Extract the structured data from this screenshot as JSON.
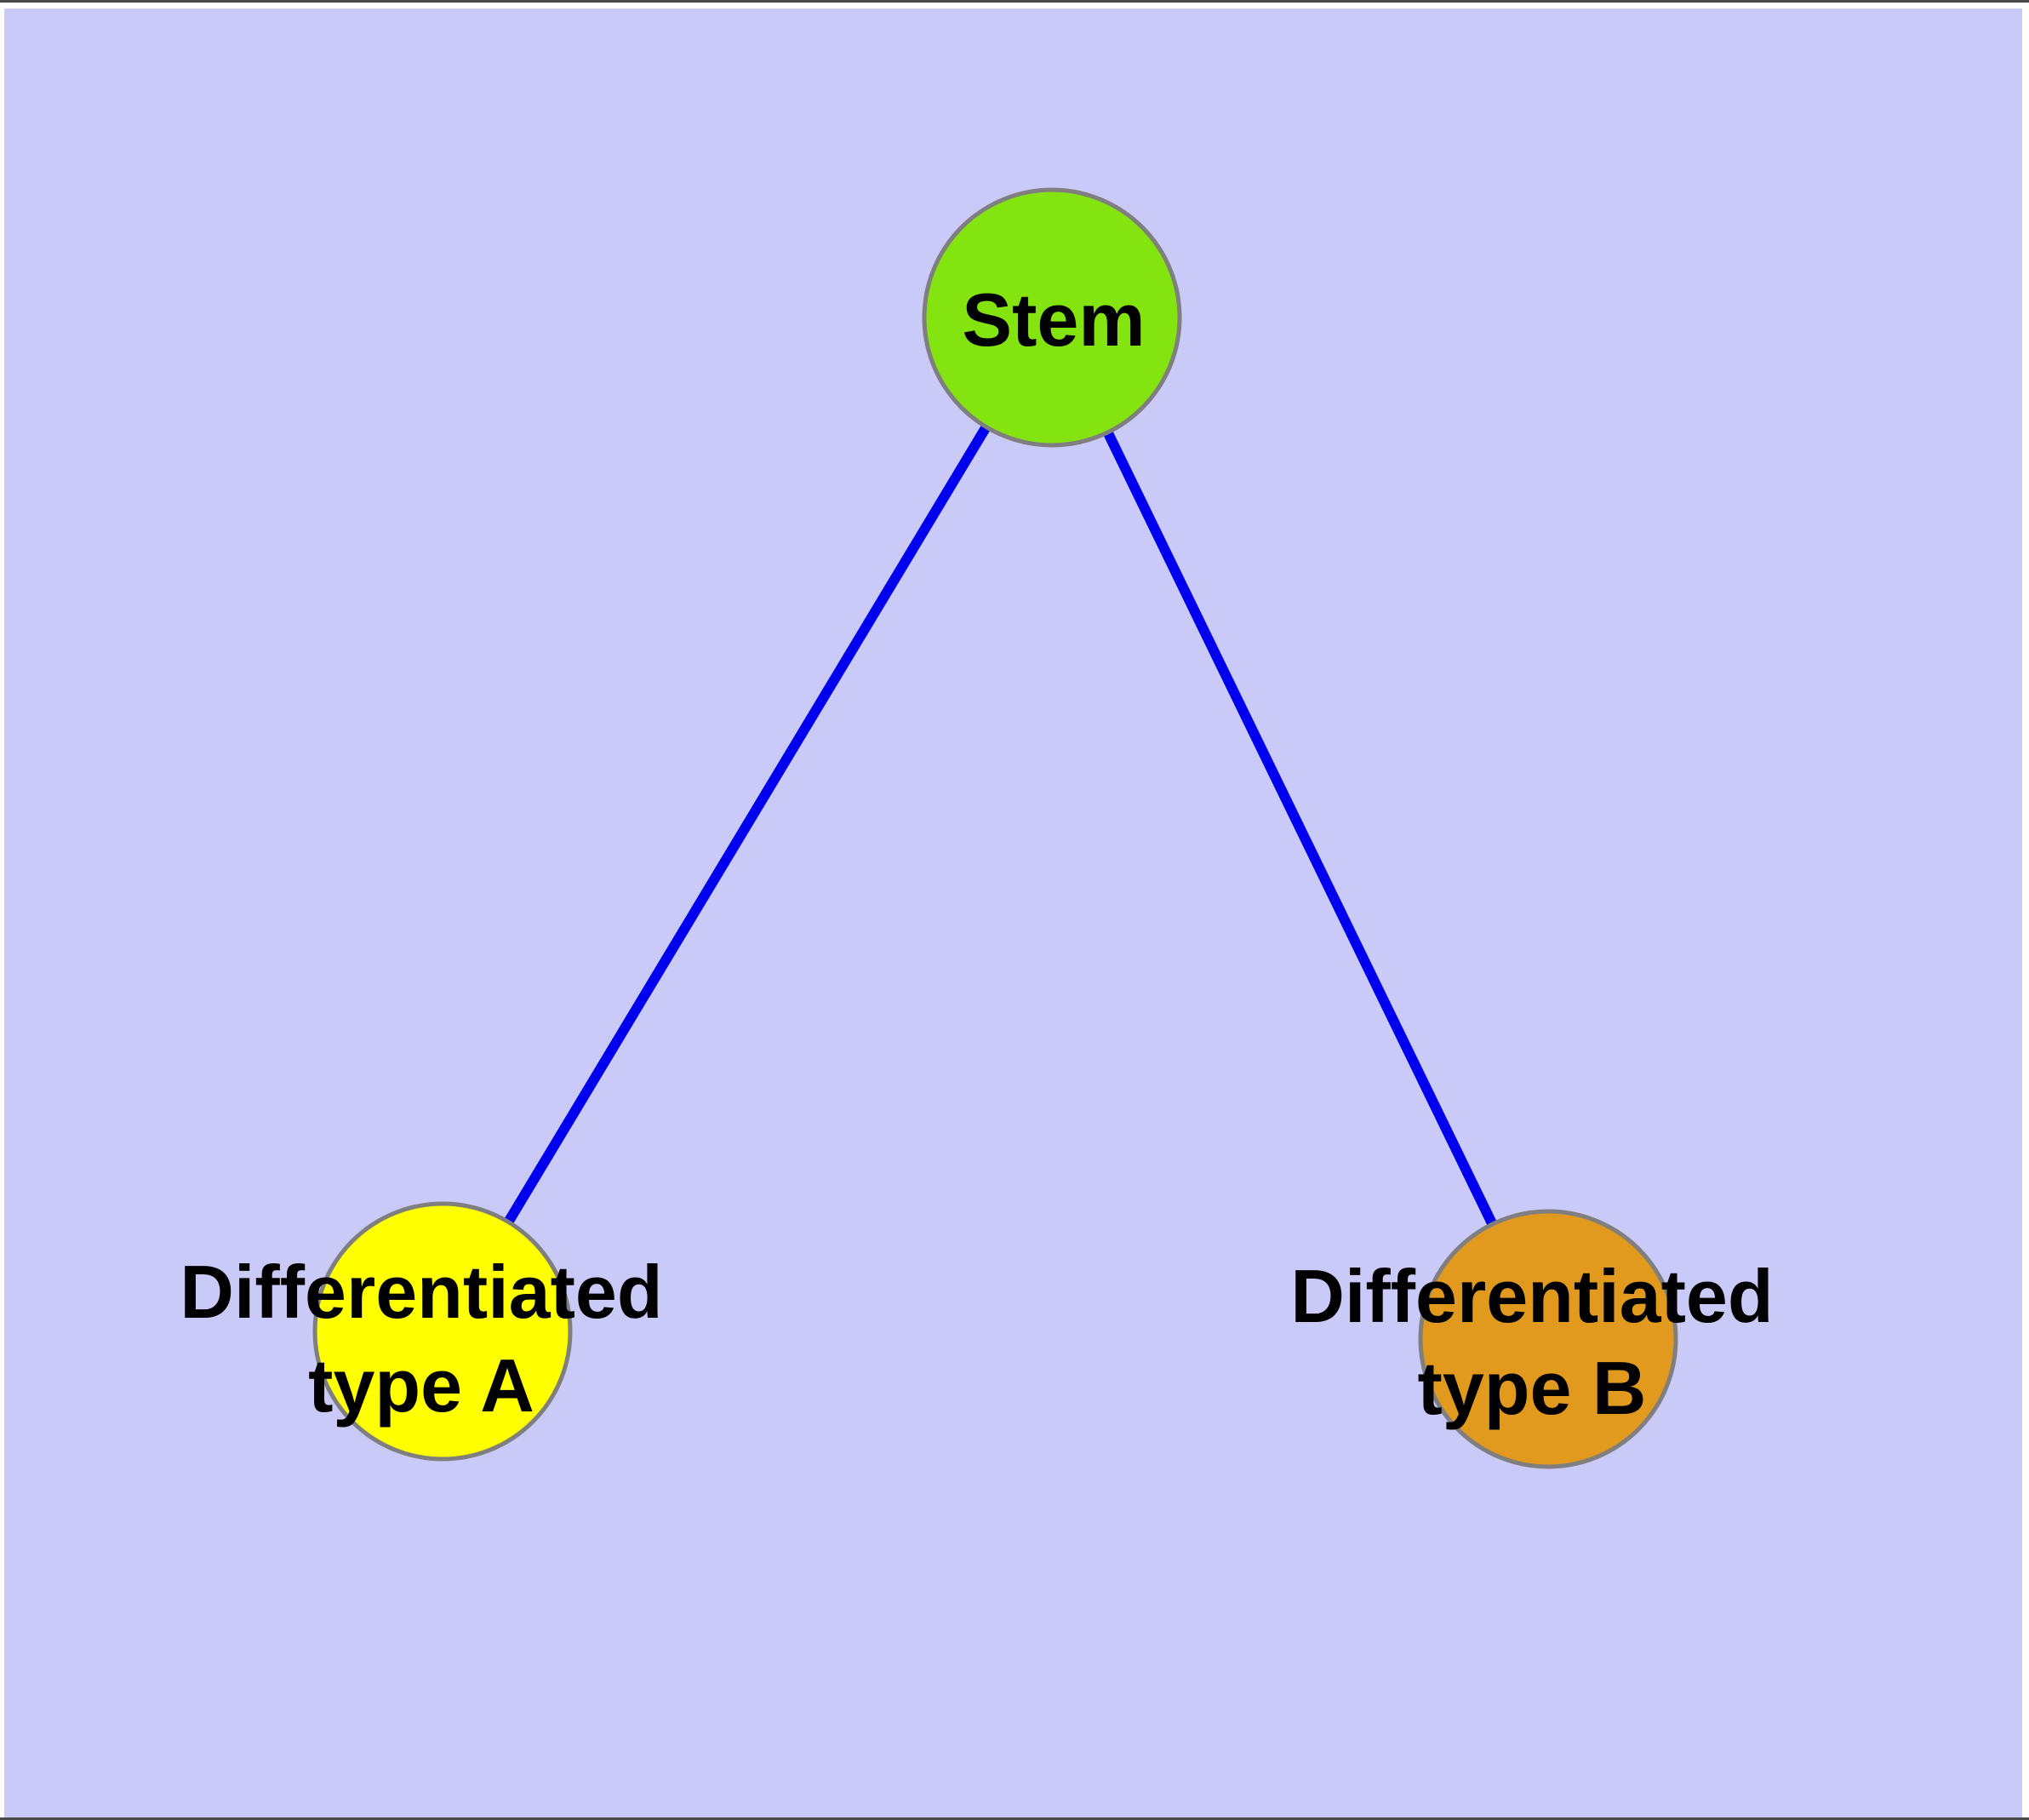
{
  "diagram": {
    "type": "node-link-graph",
    "background_color": "#cacaf8",
    "frame_color": "#ffffff",
    "top_hairline_color": "#4a4a4a",
    "bottom_hairline_color": "#4a4a4a",
    "edge_color": "#0000ee",
    "node_border_color": "#7f7f7f",
    "label_color": "#000000",
    "nodes": [
      {
        "id": "stem",
        "label": "Stem",
        "fill": "#84e410"
      },
      {
        "id": "differentiated-type-a",
        "label_line1": "Differentiated",
        "label_line2": "type A",
        "fill": "#ffff00"
      },
      {
        "id": "differentiated-type-b",
        "label_line1": "Differentiated",
        "label_line2": "type B",
        "fill": "#e1991e"
      }
    ],
    "edges": [
      {
        "from": "Stem",
        "to": "Differentiated type A"
      },
      {
        "from": "Stem",
        "to": "Differentiated type B"
      }
    ]
  }
}
